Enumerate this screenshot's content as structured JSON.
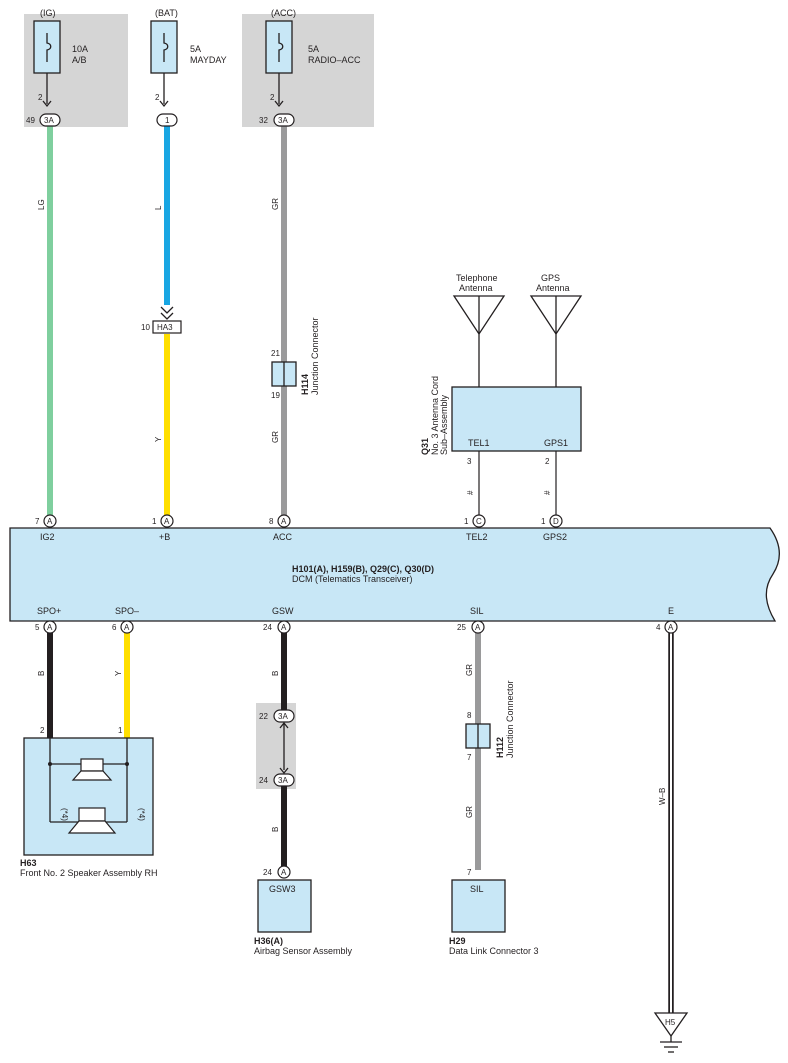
{
  "colors": {
    "LG": "#7fcf9e",
    "L": "#18a6e3",
    "GR": "#9a9a9b",
    "Y": "#ffdf00",
    "B": "#231f20",
    "W-B": "#231f20",
    "box_fill": "#c8e7f6",
    "relay_area": "#d5d5d5"
  },
  "power": [
    {
      "source": "(IG)",
      "rating": "10A",
      "name": "A/B",
      "fuse_pin": "2",
      "conn_pin": "49",
      "conn": "3A"
    },
    {
      "source": "(BAT)",
      "rating": "5A",
      "name": "MAYDAY",
      "fuse_pin": "2",
      "conn_pin": "",
      "conn": "1"
    },
    {
      "source": "(ACC)",
      "rating": "5A",
      "name": "RADIO–ACC",
      "fuse_pin": "2",
      "conn_pin": "32",
      "conn": "3A"
    }
  ],
  "wires": {
    "ig": "LG",
    "bat": "L",
    "bat2": "Y",
    "acc": "GR",
    "acc2": "GR",
    "spo_p": "B",
    "spo_m": "Y",
    "gsw": "B",
    "gsw2": "B",
    "sil": "GR",
    "sil2": "GR",
    "e": "W–B",
    "tel": "#",
    "gps": "#"
  },
  "ha3": {
    "pin": "10",
    "label": "HA3"
  },
  "h114": {
    "code": "H114",
    "name": "Junction Connector",
    "pin_top": "21",
    "pin_bottom": "19"
  },
  "h112": {
    "code": "H112",
    "name": "Junction Connector",
    "pin_top": "8",
    "pin_bottom": "7"
  },
  "antenna": {
    "tel": "Telephone\nAntenna",
    "tel_l1": "Telephone",
    "tel_l2": "Antenna",
    "gps_l1": "GPS",
    "gps_l2": "Antenna"
  },
  "q31": {
    "code": "Q31",
    "name_l1": "No. 3 Antenna Cord",
    "name_l2": "Sub–Assembly",
    "tel": "TEL1",
    "gps": "GPS1",
    "tel_pin": "3",
    "gps_pin": "2"
  },
  "dcm": {
    "title": "H101(A), H159(B), Q29(C), Q30(D)",
    "subtitle": "DCM (Telematics Transceiver)",
    "top_pins": [
      {
        "pin": "7",
        "conn": "A",
        "label": "IG2"
      },
      {
        "pin": "1",
        "conn": "A",
        "label": "+B"
      },
      {
        "pin": "8",
        "conn": "A",
        "label": "ACC"
      },
      {
        "pin": "1",
        "conn": "C",
        "label": "TEL2"
      },
      {
        "pin": "1",
        "conn": "D",
        "label": "GPS2"
      }
    ],
    "bottom_pins": [
      {
        "pin": "5",
        "conn": "A",
        "label": "SPO+"
      },
      {
        "pin": "6",
        "conn": "A",
        "label": "SPO–"
      },
      {
        "pin": "24",
        "conn": "A",
        "label": "GSW"
      },
      {
        "pin": "25",
        "conn": "A",
        "label": "SIL"
      },
      {
        "pin": "4",
        "conn": "A",
        "label": "E"
      }
    ]
  },
  "h63": {
    "code": "H63",
    "name": "Front No. 2 Speaker Assembly RH",
    "pin_left": "2",
    "pin_right": "1",
    "note": "(*4)"
  },
  "gsw_conn": {
    "pin_top": "22",
    "pin_bottom": "24",
    "conn": "3A"
  },
  "h36": {
    "code": "H36(A)",
    "name": "Airbag Sensor Assembly",
    "pin": "24",
    "conn": "A",
    "label": "GSW3"
  },
  "h29": {
    "code": "H29",
    "name": "Data Link Connector 3",
    "pin": "7",
    "label": "SIL"
  },
  "ground": {
    "label": "H5"
  }
}
